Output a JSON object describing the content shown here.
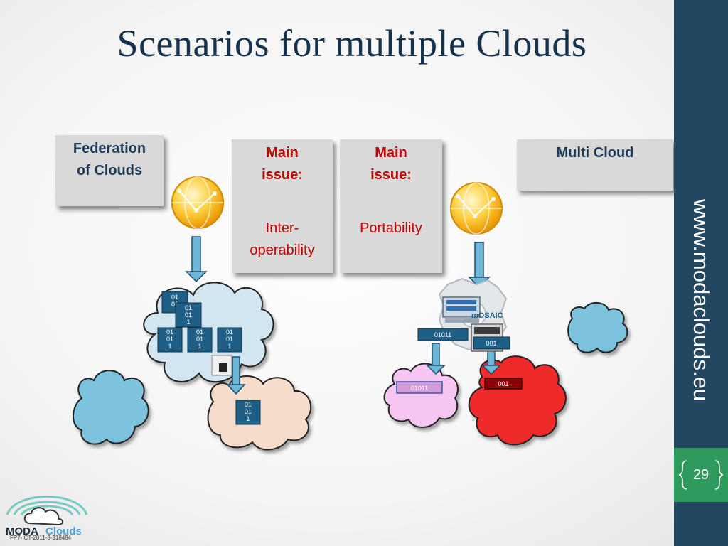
{
  "title": "Scenarios for multiple Clouds",
  "cards": {
    "federation": "Federation of Clouds",
    "main_issue_1": {
      "heading": "Main issue:",
      "body": "Inter-operability"
    },
    "main_issue_2": {
      "heading": "Main issue:",
      "body": "Portability"
    },
    "multi_cloud": "Multi Cloud"
  },
  "tiles": {
    "stack_small_1": "01",
    "stack_small_2": "01",
    "binary_3line": [
      "01",
      "01",
      "1"
    ],
    "left_label": "01011",
    "right_label": "001",
    "pink_label": "01011",
    "red_label": "001",
    "mosaic_label": "mOSAIC"
  },
  "sidebar": {
    "url": "www.modaclouds.eu",
    "page_number": "29"
  },
  "logo": {
    "moda": "MODA",
    "clouds": "Clouds",
    "grant": "FP7-ICT-2011-8-318484"
  },
  "colors": {
    "sidebar": "#244761",
    "page_box": "#2e9a5d",
    "title": "#17324d",
    "card_bg": "#d9d9d9",
    "accent_red": "#c00000",
    "tile": "#1f5f85",
    "arrow": "#6fb7d8",
    "cloud_blue": "#7ec3dd",
    "cloud_light": "#d2e6f1",
    "cloud_peach": "#f6ddcb",
    "cloud_pink": "#f7c5f2",
    "cloud_red": "#ee2a2a"
  },
  "icons": [
    "globe-icon",
    "arrow-down-icon",
    "cloud-icon",
    "gear-icon",
    "server-icon"
  ]
}
